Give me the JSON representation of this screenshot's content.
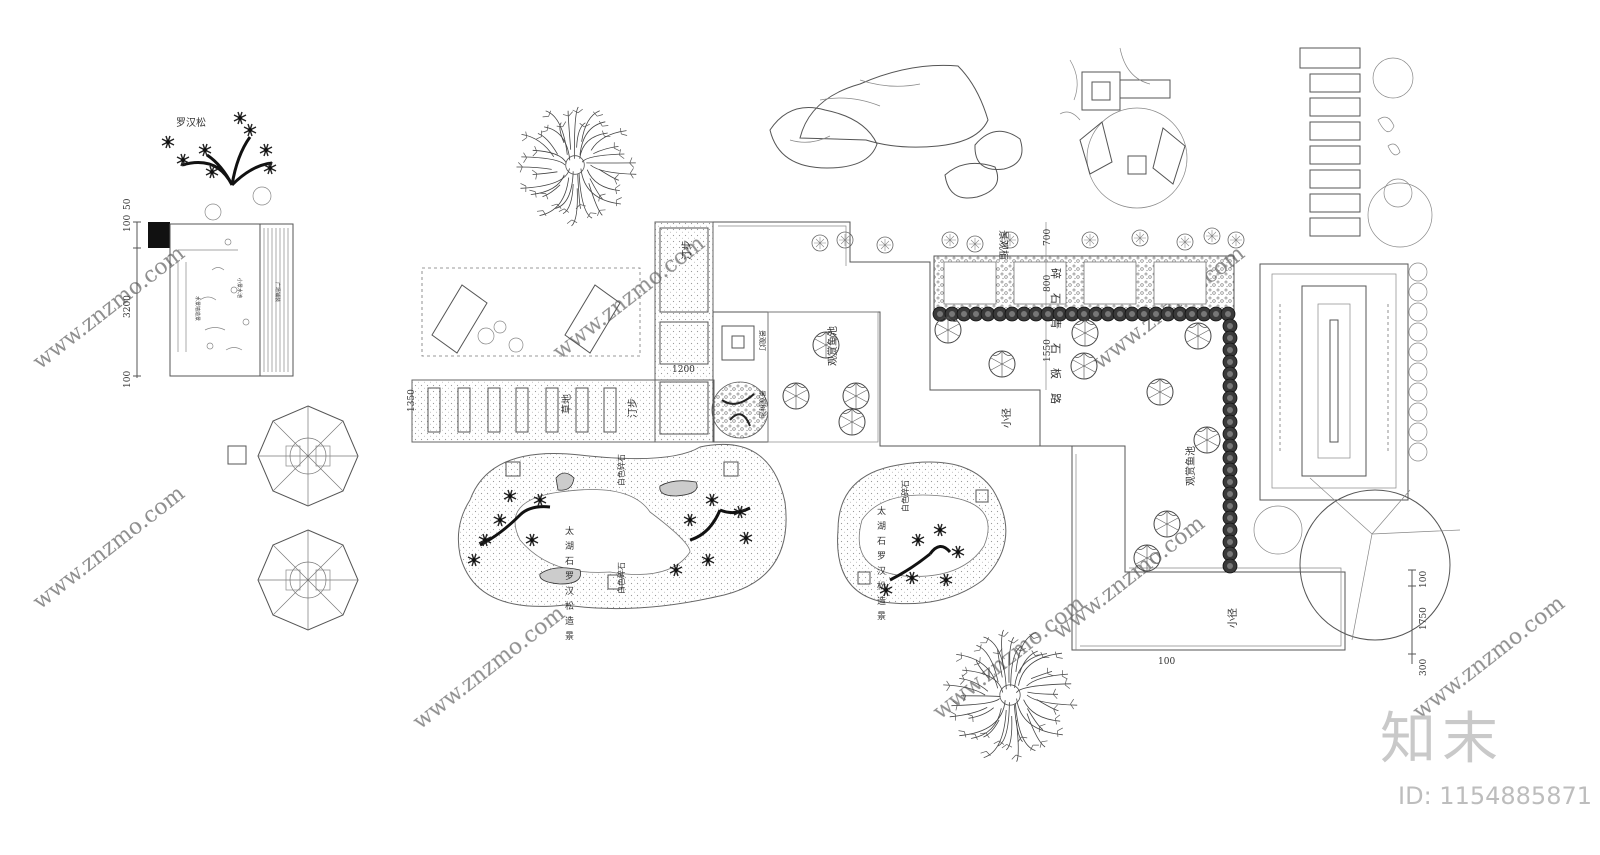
{
  "labels": {
    "luohan_pine": "罗汉松",
    "stepping_stone_1": "汀步",
    "stepping_stone_2": "汀步",
    "lawn": "草地",
    "lantern": "景观灯",
    "koi_pond_1": "观赏鱼池",
    "koi_pond_2": "观赏鱼池",
    "path_1": "小径",
    "path_2": "小径",
    "gravel_slab_path": "碎石青石板路",
    "shrub_strip": "景观植",
    "garden_1_text": "太湖石罗汉松造景",
    "garden_2_text": "太湖石罗汉松造景",
    "white_gravel_1": "白色碎石",
    "white_gravel_2": "白色碎石",
    "white_gravel_3": "白色碎石",
    "feature_tree": "景观树池",
    "small_text_1": "水景墙造景",
    "small_text_2": "小景水池",
    "small_text_3": "广场铺装"
  },
  "dims": {
    "d100_top": "100",
    "d50": "50",
    "d3200": "3200",
    "d100_bot": "100",
    "d1350": "1350",
    "d1200": "1200",
    "d700": "700",
    "d800": "800",
    "d1550": "1550",
    "d100_right": "100",
    "d1750": "1750",
    "d300": "300",
    "d100_path": "100"
  },
  "watermark": {
    "brand": "知末",
    "id": "ID: 1154885871",
    "url": "www.znzmo.com"
  },
  "colors": {
    "line": "#555555",
    "watermark": "#c9c9c9",
    "black_block": "#111111"
  }
}
